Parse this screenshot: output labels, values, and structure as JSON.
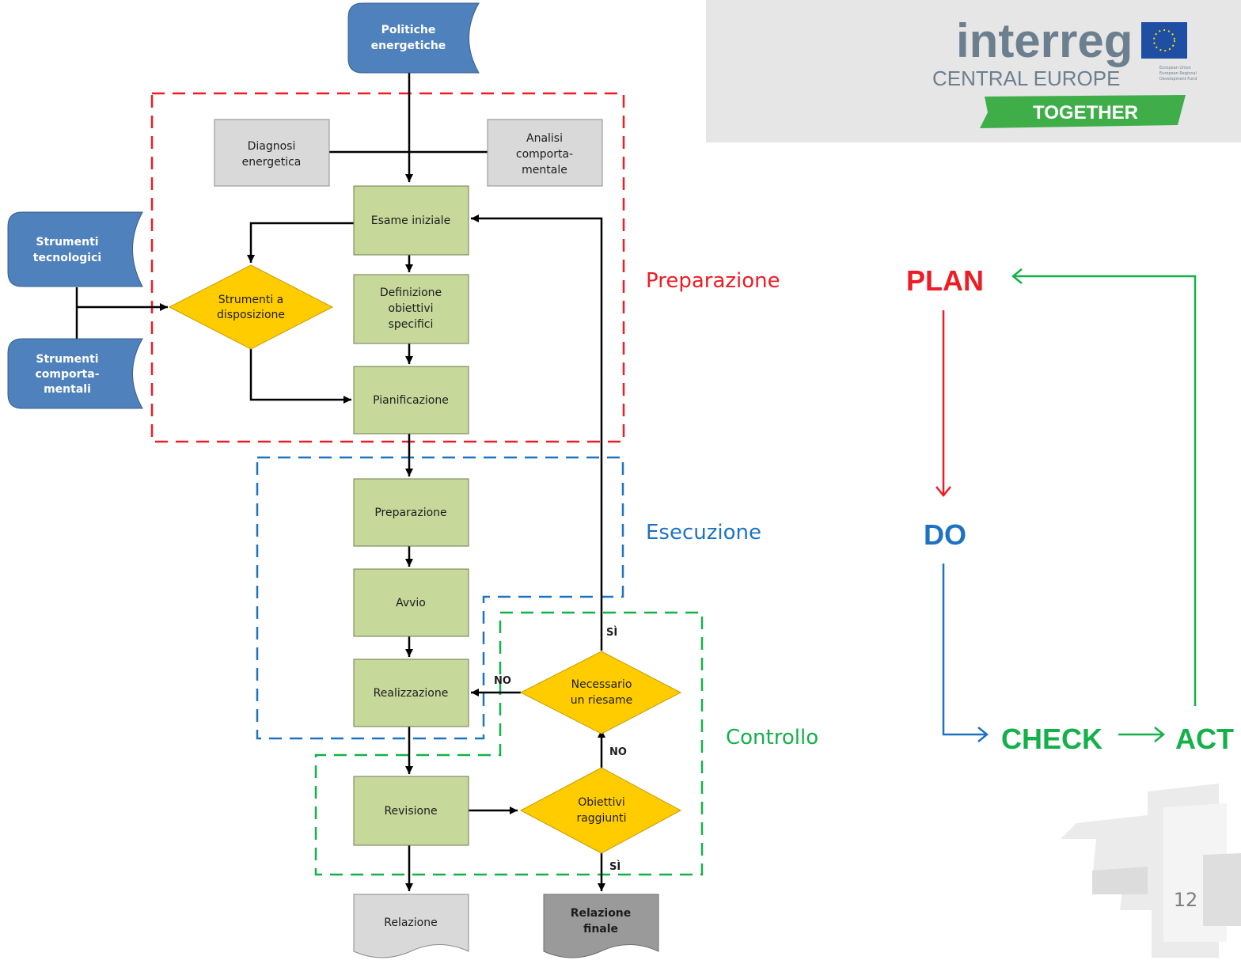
{
  "flowchart": {
    "politiche": [
      "Politiche",
      "energetiche"
    ],
    "diagnosi": [
      "Diagnosi",
      "energetica"
    ],
    "analisi": [
      "Analisi",
      "comporta-",
      "mentale"
    ],
    "esame": [
      "Esame iniziale"
    ],
    "definizione": [
      "Definizione",
      "obiettivi",
      "specifici"
    ],
    "strumenti_disposizione": [
      "Strumenti a",
      "disposizione"
    ],
    "strumenti_tecnologici": [
      "Strumenti",
      "tecnologici"
    ],
    "strumenti_comportamentali": [
      "Strumenti",
      "comporta-",
      "mentali"
    ],
    "pianificazione": [
      "Pianificazione"
    ],
    "preparazione": [
      "Preparazione"
    ],
    "avvio": [
      "Avvio"
    ],
    "realizzazione": [
      "Realizzazione"
    ],
    "necessario": [
      "Necessario",
      "un riesame"
    ],
    "revisione": [
      "Revisione"
    ],
    "obiettivi": [
      "Obiettivi",
      "raggiunti"
    ],
    "relazione": [
      "Relazione"
    ],
    "relazione_finale": [
      "Relazione",
      "finale"
    ],
    "edge_si_top": "SÌ",
    "edge_no_left": "NO",
    "edge_no_mid": "NO",
    "edge_si_bottom": "SÌ"
  },
  "phases": {
    "plan": "Preparazione",
    "do": "Esecuzione",
    "check": "Controllo"
  },
  "pdca": {
    "plan": "PLAN",
    "do": "DO",
    "check": "CHECK",
    "act": "ACT"
  },
  "logo": {
    "brand": "interreg",
    "region": "CENTRAL EUROPE",
    "slogan": "TOGETHER",
    "fund_line1": "European Union",
    "fund_line2": "European Regional",
    "fund_line3": "Development Fund"
  },
  "page_number": "12",
  "colors": {
    "plan_red": "#ee1c25",
    "do_blue": "#1f72c2",
    "check_green": "#14b04a",
    "node_green": "#c6d89a",
    "node_yellow": "#ffcc00",
    "node_blue": "#4f81bd",
    "node_grey": "#d9d9d9",
    "node_dark_grey": "#9a9a9a"
  }
}
